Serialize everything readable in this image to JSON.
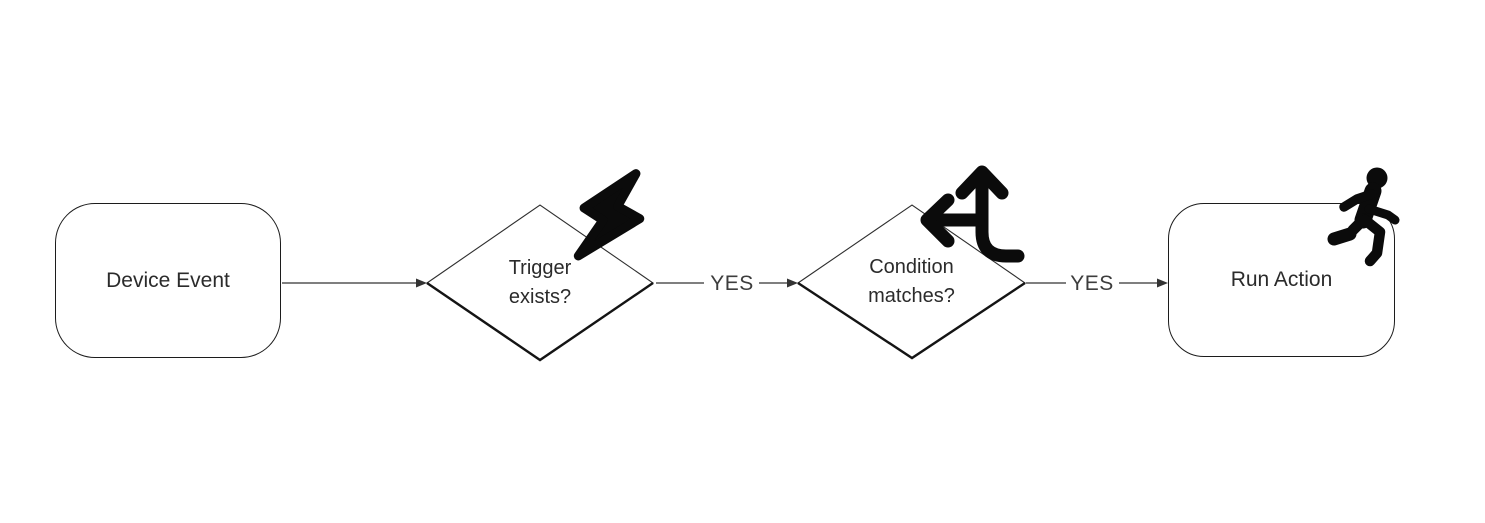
{
  "diagram": {
    "type": "flowchart",
    "background_color": "#ffffff",
    "colors": {
      "shape_border": "#1c1c1c",
      "connector_line": "#555555",
      "arrowhead": "#333333",
      "icon": "#0b0b0b",
      "node_text": "#2b2b2b",
      "edge_label_text": "#3d3d3d"
    },
    "nodes": [
      {
        "id": "device-event",
        "shape": "rounded-rectangle",
        "label": "Device Event",
        "icon": null
      },
      {
        "id": "trigger-exists",
        "shape": "diamond",
        "label": "Trigger exists?",
        "label_line1": "Trigger",
        "label_line2": "exists?",
        "icon": "lightning-bolt-icon"
      },
      {
        "id": "condition-matches",
        "shape": "diamond",
        "label": "Condition matches?",
        "label_line1": "Condition",
        "label_line2": "matches?",
        "icon": "split-arrows-icon"
      },
      {
        "id": "run-action",
        "shape": "rounded-rectangle",
        "label": "Run Action",
        "icon": "person-running-icon"
      }
    ],
    "edges": [
      {
        "from": "device-event",
        "to": "trigger-exists",
        "label": ""
      },
      {
        "from": "trigger-exists",
        "to": "condition-matches",
        "label": "YES"
      },
      {
        "from": "condition-matches",
        "to": "run-action",
        "label": "YES"
      }
    ]
  }
}
